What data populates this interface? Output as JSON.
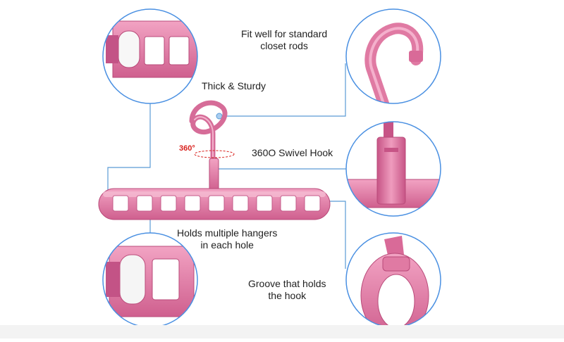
{
  "labels": {
    "rod": [
      "Fit well for standard",
      "closet rods"
    ],
    "sturdy": "Thick & Sturdy",
    "swivel_degree": "360°",
    "swivel": "360O Swivel Hook",
    "holes": [
      "Holds multiple hangers",
      "in each hole"
    ],
    "groove": [
      "Groove that holds",
      "the hook"
    ]
  },
  "colors": {
    "hanger": "#e07aa3",
    "hanger_dark": "#b94a79",
    "hanger_light": "#f4a9c8",
    "callout_line": "#5b9bd5",
    "circle_border": "#4a90e2",
    "swivel_text": "#d8201c"
  },
  "icons": {
    "hanger": "pink-multi-hole-hanger",
    "detail_end": "hanger-end-detail",
    "detail_hook": "hook-detail",
    "detail_swivel": "swivel-joint-detail",
    "detail_groove": "groove-detail"
  }
}
